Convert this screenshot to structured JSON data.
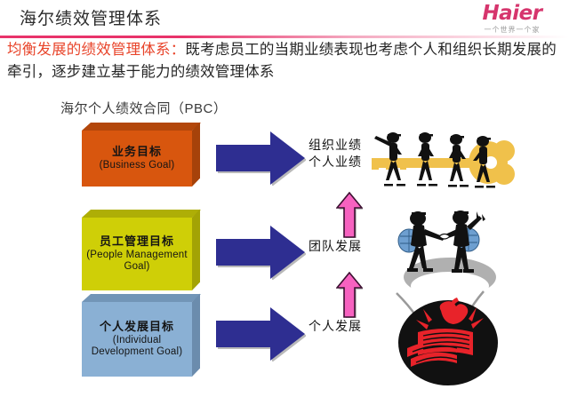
{
  "header": {
    "title": "海尔绩效管理体系",
    "brand": {
      "wordmark": "Haier",
      "tagline": "一个世界一个家"
    }
  },
  "subtitle": {
    "accent": "均衡发展的绩效管理体系：",
    "body": "既考虑员工的当期业绩表现也考虑个人和组织长期发展的牵引，逐步建立基于能力的绩效管理体系",
    "accent_color": "#e8442a",
    "body_color": "#262626"
  },
  "diagram": {
    "caption": "海尔个人绩效合同（PBC）",
    "goal_boxes": [
      {
        "id": "business",
        "cn": "业务目标",
        "en": "(Business Goal)",
        "color": "#d8560e"
      },
      {
        "id": "people",
        "cn": "员工管理目标",
        "en": "(People Management Goal)",
        "color": "#cfcf07"
      },
      {
        "id": "individual",
        "cn": "个人发展目标",
        "en": "(Individual Development Goal)",
        "color": "#8ab0d4"
      }
    ],
    "outcomes": [
      {
        "id": "performance",
        "line1": "组织业绩",
        "line2": "个人业绩"
      },
      {
        "id": "team",
        "line1": "团队发展",
        "line2": ""
      },
      {
        "id": "individual",
        "line1": "个人发展",
        "line2": ""
      }
    ],
    "arrows": {
      "right_arrow_color": "#2e2e91",
      "up_arrow_color": "#f762c0",
      "up_arrow_outline": "#3b1030"
    },
    "illustrations": [
      {
        "id": "key",
        "name": "people-carrying-key-illustration",
        "colors": [
          "#111111",
          "#f0c14b"
        ]
      },
      {
        "id": "team",
        "name": "two-people-helping-illustration",
        "colors": [
          "#111111",
          "#6e9fd0",
          "#b3b3b3"
        ]
      },
      {
        "id": "books",
        "name": "books-and-apple-badge-illustration",
        "colors": [
          "#111111",
          "#e8232a"
        ]
      }
    ]
  }
}
